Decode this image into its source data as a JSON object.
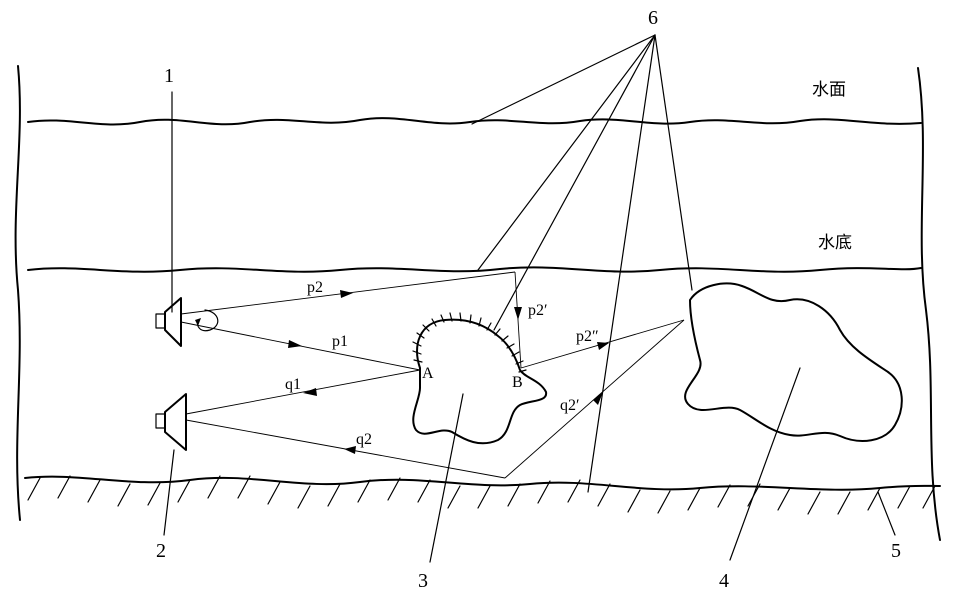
{
  "labels": {
    "water_surface": "水面",
    "water_bottom": "水底",
    "callout_1": "1",
    "callout_2": "2",
    "callout_3": "3",
    "callout_4": "4",
    "callout_5": "5",
    "callout_6": "6",
    "point_a": "A",
    "point_b": "B",
    "ray_p1": "p1",
    "ray_p2": "p2",
    "ray_p2_prime": "p2′",
    "ray_p2_double_prime": "p2″",
    "ray_q1": "q1",
    "ray_q2": "q2",
    "ray_q2_prime": "q2′"
  },
  "colors": {
    "ink": "#000000",
    "background": "#ffffff"
  }
}
